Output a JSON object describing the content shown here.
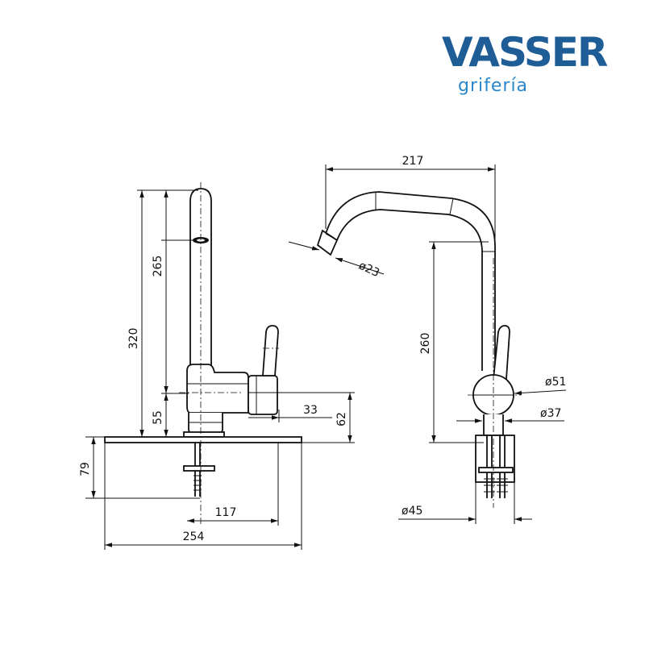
{
  "logo": {
    "brand": "VASSER",
    "sub": "grifería",
    "brand_color": "#1f5d96",
    "sub_color": "#2a86c9"
  },
  "dimensions": {
    "height_total": "320",
    "height_spout": "265",
    "height_base": "55",
    "lever_offset": "33",
    "body_height": "62",
    "under_counter": "79",
    "hole_offset": "117",
    "plate_width": "254",
    "reach": "217",
    "nozzle_dia": "ø23",
    "spout_height": "260",
    "body_dia": "ø51",
    "base_dia": "ø37",
    "bottom_dia": "ø45"
  }
}
